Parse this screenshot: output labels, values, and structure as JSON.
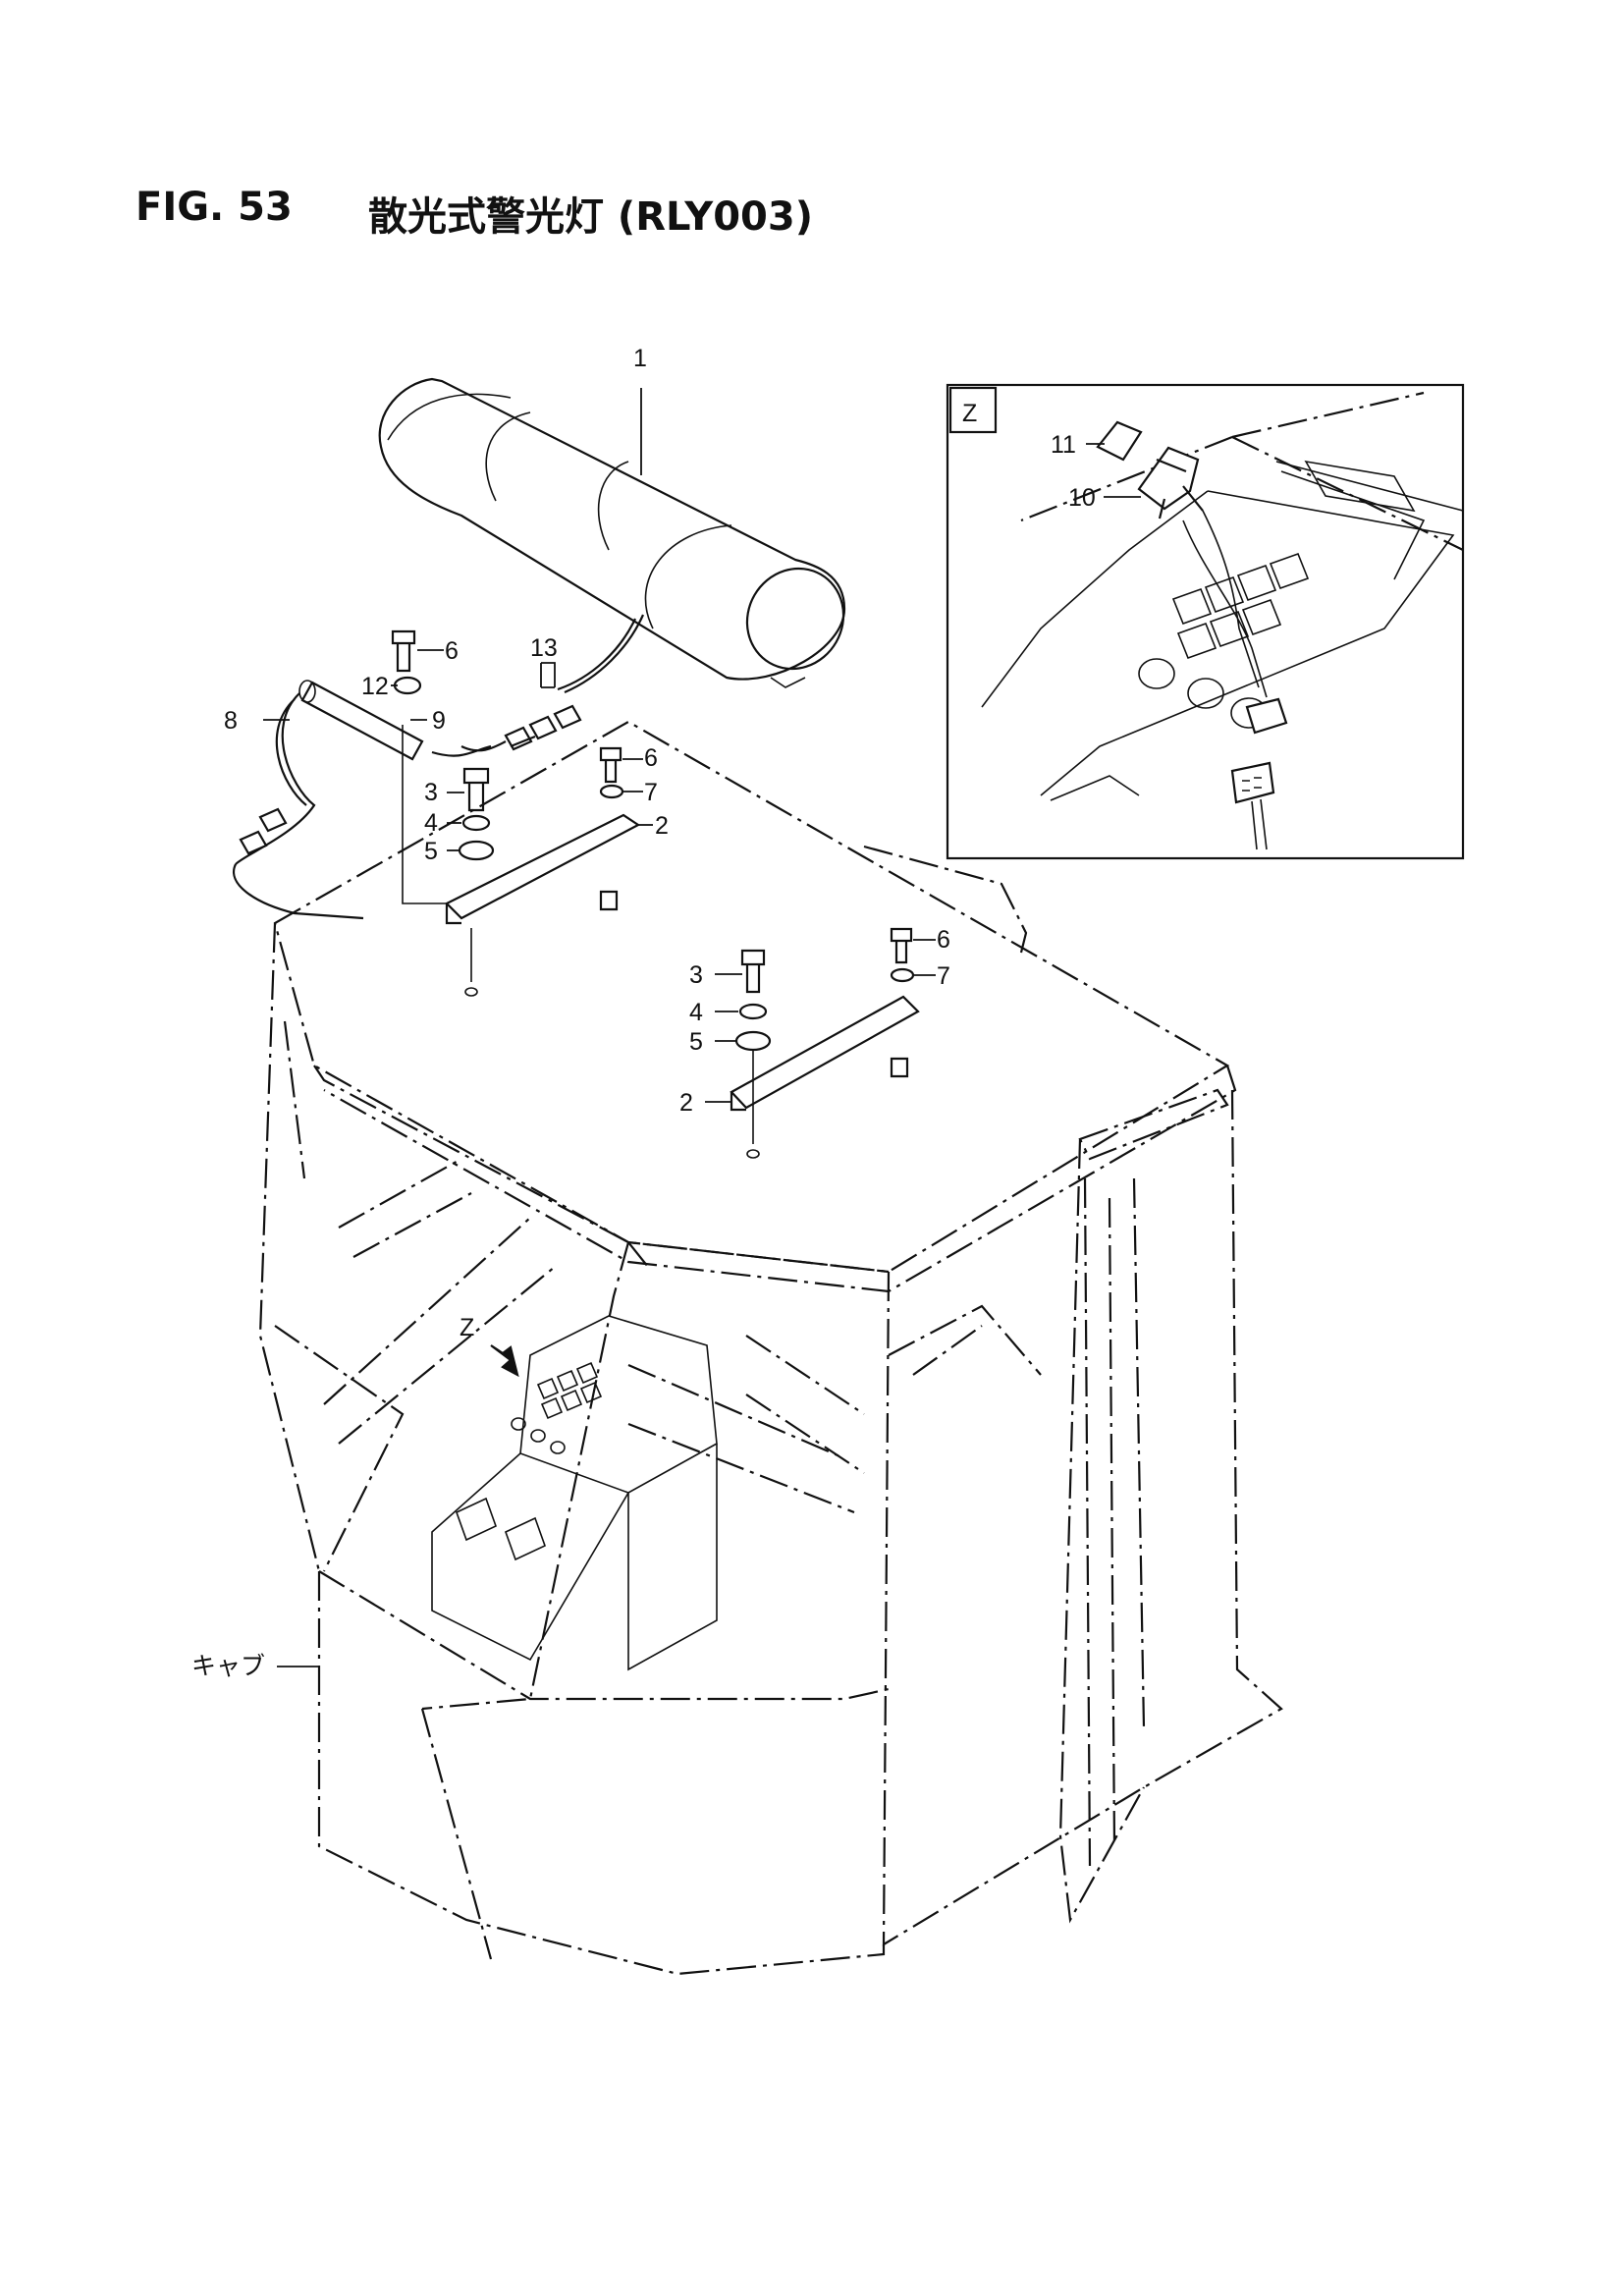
{
  "figure": {
    "number": "FIG. 53",
    "title": "散光式警光灯 (RLY003)"
  },
  "inset": {
    "label": "Z"
  },
  "view_marker": "Z",
  "callouts": {
    "beacon": "1",
    "bracket_upper": "2",
    "bracket_lower": "2",
    "bolt_upper": "3",
    "bolt_lower": "3",
    "lock_washer_upper": "4",
    "lock_washer_lower": "4",
    "washer_upper": "5",
    "washer_lower": "5",
    "screw_top": "6",
    "screw_upper": "6",
    "screw_lower": "6",
    "spring_washer_upper": "7",
    "spring_washer_lower": "7",
    "harness": "8",
    "grommet_tube": "9",
    "switch": "10",
    "switch_label": "11",
    "washer_top": "12",
    "connectors": "13",
    "cab": "キャブ"
  }
}
